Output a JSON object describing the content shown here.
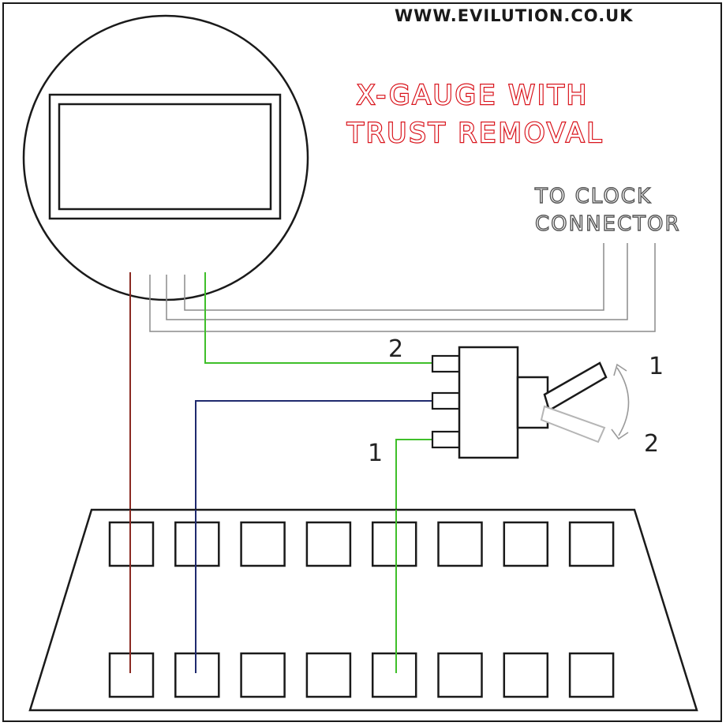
{
  "header": {
    "website": "WWW.EVILUTION.CO.UK",
    "title_line1": "X-GAUGE WITH",
    "title_line2": "TRUST REMOVAL"
  },
  "clock_connector": {
    "line1": "TO CLOCK",
    "line2": "CONNECTOR"
  },
  "switch": {
    "pin_label_top": "2",
    "pin_label_bottom": "1",
    "position_label_1": "1",
    "position_label_2": "2"
  },
  "colors": {
    "title": "#d9141c",
    "wire_red": "#8a2a22",
    "wire_blue": "#1f2a6e",
    "wire_green": "#3fbf2a",
    "wire_grey": "#8c8c8c",
    "outline": "#1a1a1a"
  }
}
